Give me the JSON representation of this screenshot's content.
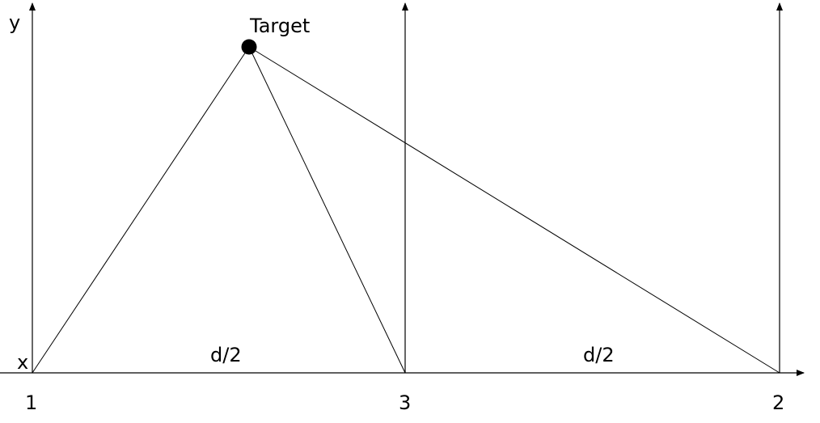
{
  "axis_labels": {
    "y": "y",
    "x": "x"
  },
  "target_label": "Target",
  "segment_labels": {
    "left": "d/2",
    "right": "d/2"
  },
  "sensor_labels": {
    "sensor_1": "1",
    "sensor_3": "3",
    "sensor_2": "2"
  },
  "colors": {
    "line": "#000000",
    "background": "#ffffff"
  }
}
